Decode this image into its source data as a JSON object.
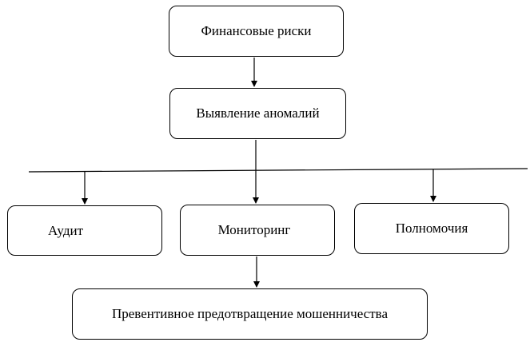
{
  "nodes": {
    "financial_risks": "Финансовые риски",
    "anomaly_detection": "Выявление аномалий",
    "audit": "Аудит",
    "monitoring": "Мониторинг",
    "authority": "Полномочия",
    "fraud_prevention": "Превентивное предотвращение мошенничества"
  },
  "edges": [
    [
      "financial_risks",
      "anomaly_detection"
    ],
    [
      "anomaly_detection",
      "audit"
    ],
    [
      "anomaly_detection",
      "monitoring"
    ],
    [
      "anomaly_detection",
      "authority"
    ],
    [
      "monitoring",
      "fraud_prevention"
    ]
  ],
  "colors": {
    "stroke": "#000000",
    "background": "#ffffff"
  }
}
